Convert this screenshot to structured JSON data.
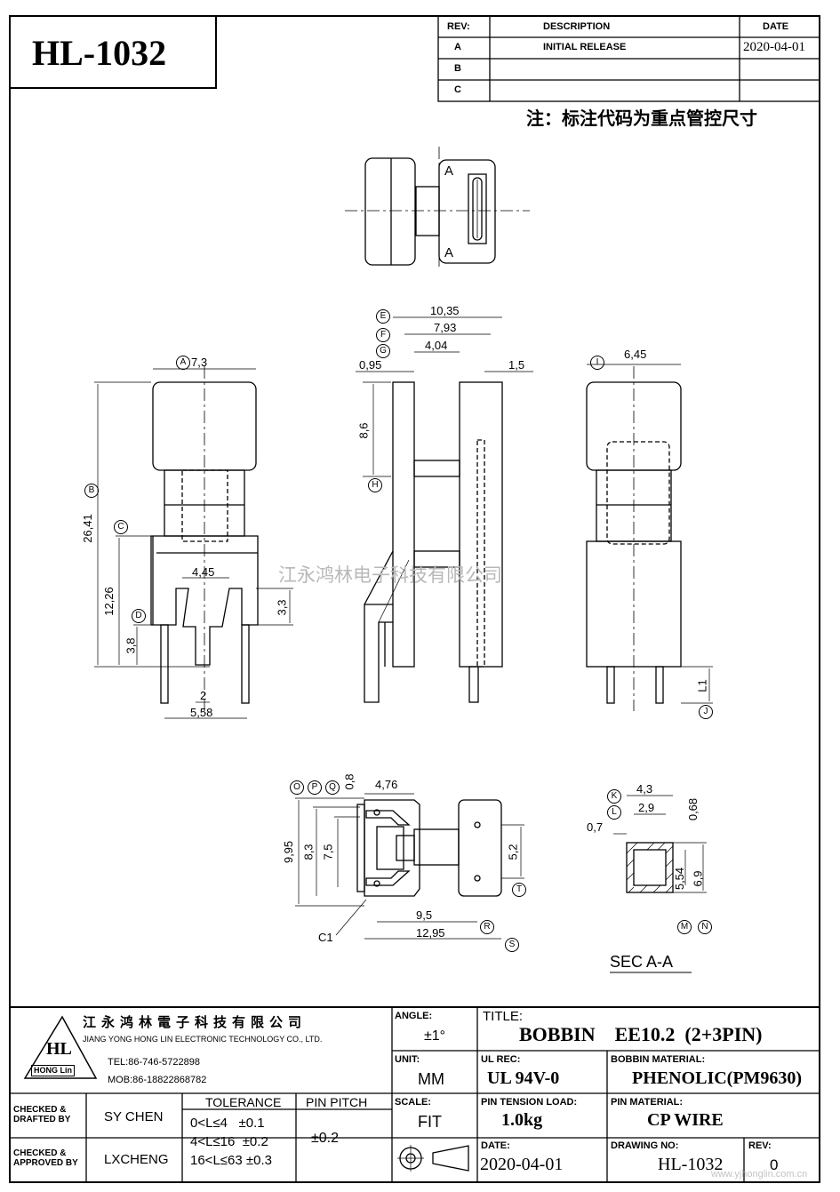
{
  "drawing_number_big": "HL-1032",
  "revision_table": {
    "headers": [
      "REV:",
      "DESCRIPTION",
      "DATE"
    ],
    "rows": [
      {
        "rev": "A",
        "description": "INITIAL RELEASE",
        "date": "2020-04-01"
      },
      {
        "rev": "B",
        "description": "",
        "date": ""
      },
      {
        "rev": "C",
        "description": "",
        "date": ""
      }
    ]
  },
  "note": "注：标注代码为重点管控尺寸",
  "section_marks": [
    "A",
    "A"
  ],
  "dimensions": {
    "d1035": "10,35",
    "d793": "7,93",
    "d404": "4,04",
    "d095": "0,95",
    "d15": "1,5",
    "d73": "7,3",
    "d645": "6,45",
    "d86": "8,6",
    "d2641": "26,41",
    "d1226": "12,26",
    "d445": "4,45",
    "d33": "3,3",
    "d38": "3,8",
    "d2": "2",
    "d558": "5,58",
    "dL1": "L1",
    "d08": "0,8",
    "d476": "4,76",
    "d995": "9,95",
    "d83": "8,3",
    "d75": "7,5",
    "d52": "5,2",
    "d95": "9,5",
    "d1295": "12,95",
    "dC1": "C1",
    "d43": "4,3",
    "d29": "2,9",
    "d068": "0,68",
    "d07": "0,7",
    "d554": "5,54",
    "d69": "6,9"
  },
  "callouts": [
    "A",
    "B",
    "C",
    "D",
    "E",
    "F",
    "G",
    "H",
    "I",
    "J",
    "K",
    "L",
    "M",
    "N",
    "O",
    "P",
    "Q",
    "R",
    "S",
    "T"
  ],
  "section_label": "SEC A-A",
  "watermark": "江永鸿林电子科技有限公司",
  "title_block": {
    "company_cn": "江永鸿林電子科技有限公司",
    "company_en": "JIANG YONG HONG LIN ELECTRONIC TECHNOLOGY CO., LTD.",
    "logo_text": "HL",
    "logo_sub": "HONG Lin",
    "tel": "TEL:86-746-5722898",
    "mob": "MOB:86-18822868782",
    "angle_label": "ANGLE:",
    "angle_value": "±1°",
    "unit_label": "UNIT:",
    "unit_value": "MM",
    "scale_label": "SCALE:",
    "scale_value": "FIT",
    "title_label": "TITLE:",
    "title_value": "BOBBIN    EE10.2  (2+3PIN)",
    "ul_label": "UL REC:",
    "ul_value": "UL 94V-0",
    "bobbin_material_label": "BOBBIN MATERIAL:",
    "bobbin_material_value": "PHENOLIC(PM9630)",
    "pin_tension_label": "PIN TENSION LOAD:",
    "pin_tension_value": "1.0kg",
    "pin_material_label": "PIN MATERIAL:",
    "pin_material_value": "CP WIRE",
    "date_label": "DATE:",
    "date_value": "2020-04-01",
    "drawing_no_label": "DRAWING NO:",
    "drawing_no_value": "HL-1032",
    "rev_label": "REV:",
    "rev_value": "0",
    "checked_drafted_label": "CHECKED & DRAFTED BY",
    "checked_drafted_value": "SY CHEN",
    "checked_approved_label": "CHECKED & APPROVED BY",
    "checked_approved_value": "LXCHENG",
    "tolerance_label": "TOLERANCE",
    "tolerance_rows": [
      "0<L≤4   ±0.1",
      "4<L≤16  ±0.2",
      "16<L≤63 ±0.3"
    ],
    "pin_pitch_label": "PIN PITCH",
    "pin_pitch_value": "±0.2",
    "website_watermark": "www.yjhonglin.com.cn"
  }
}
